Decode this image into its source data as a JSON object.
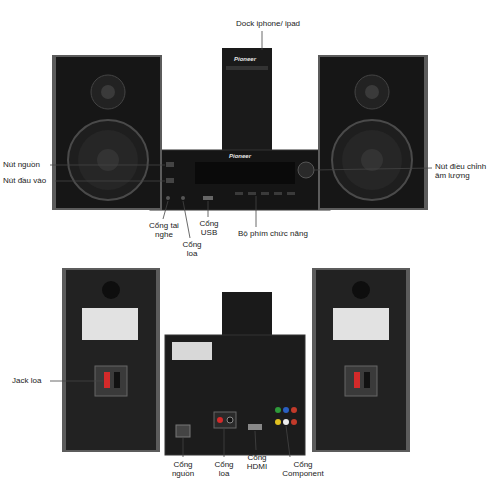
{
  "diagram": {
    "labels": [
      "Dock iphone/ ipad",
      "Pioneer",
      "Nút nguồn",
      "Nút đầu vào",
      "Pioneer",
      "Nút điều chỉnh âm lượng",
      "Cổng tai nghe",
      "Cổng USB",
      "Cổng loa",
      "Bộ phím chức năng",
      "Jack loa",
      "Cổng nguồn",
      "Cổng loa",
      "Cổng HDMI",
      "Cổng Component"
    ]
  }
}
